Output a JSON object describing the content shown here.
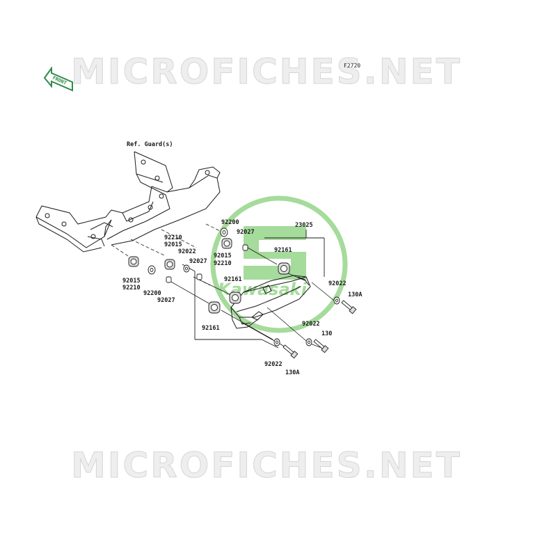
{
  "watermark_text": "MICROFICHES.NET",
  "figure_code": "F2720",
  "front_label": "FRONT",
  "brand_logo": "Kawasaki",
  "colors": {
    "watermark": "#d6d6d6",
    "logo_green": "#5cbf4a",
    "front_badge": "#2f8a4a",
    "line": "#1a1a1a"
  },
  "labels": {
    "ref_guard": "Ref. Guard(s)",
    "p92200_a": "92200",
    "p92027_a": "92027",
    "p23025": "23025",
    "p92210_a": "92210",
    "p92015_a": "92015",
    "p92022_a": "92022",
    "p92015_b": "92015",
    "p92210_b": "92210",
    "p92161_a": "92161",
    "p92027_b": "92027",
    "p92161_b": "92161",
    "p92022_b": "92022",
    "p130A_a": "130A",
    "p92015_c": "92015",
    "p92210_c": "92210",
    "p92200_b": "92200",
    "p92027_c": "92027",
    "p92161_c": "92161",
    "p92022_c": "92022",
    "p130": "130",
    "p92022_d": "92022",
    "p130A_b": "130A"
  }
}
